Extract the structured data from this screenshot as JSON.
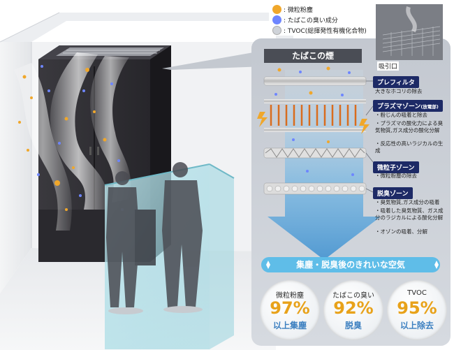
{
  "legend": {
    "items": [
      {
        "label": ": 微粒粉塵"
      },
      {
        "label": ": たばこの臭い成分"
      },
      {
        "label": ": TVOC(総揮発性有機化合物)"
      }
    ]
  },
  "inlet_label": "吸引口",
  "smoke_title": "たばこの煙",
  "stages": [
    {
      "name": "プレフィルタ",
      "name_suffix": "",
      "bullets": [
        "大きなホコリの除去"
      ]
    },
    {
      "name": "プラズマゾーン",
      "name_suffix": "(放電部)",
      "bullets": [
        "・粉じんの吸着と除去",
        "・プラズマの酸化力による臭気物質,ガス成分の酸化分解",
        "・反応性の高いラジカルの生成"
      ]
    },
    {
      "name": "微粒子ゾーン",
      "name_suffix": "",
      "bullets": [
        "・微粒粉塵の除去"
      ]
    },
    {
      "name": "脱臭ゾーン",
      "name_suffix": "",
      "bullets": [
        "・臭気物質,ガス成分の吸着",
        "・吸着した臭気物質、ガス成分のラジカルによる酸化分解",
        "・オゾンの吸着、分解"
      ]
    }
  ],
  "clean_air_banner": "集塵・脱臭後のきれいな空気",
  "results": [
    {
      "label": "微粒粉塵",
      "value": "97%",
      "sub": "以上集塵",
      "color": "#e8a21a"
    },
    {
      "label": "たばこの臭い",
      "value": "92%",
      "sub": "脱臭",
      "color": "#e8a21a"
    },
    {
      "label": "TVOC",
      "value": "95%",
      "sub": "以上除去",
      "color": "#e8a21a"
    }
  ],
  "colors": {
    "panel_bg": "#c9ced6",
    "label_navy": "#1d2a66",
    "arrow_blue": "#5aa8df",
    "banner_blue": "#62c0ea",
    "machine": "#2d2c31",
    "glass": "#a9dde6"
  }
}
